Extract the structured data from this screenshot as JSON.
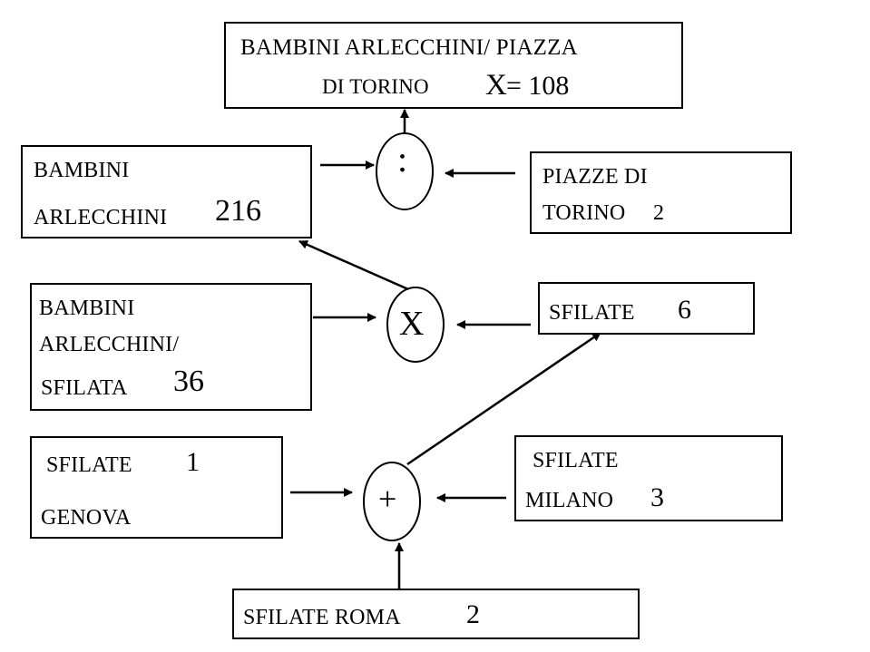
{
  "boxes": {
    "result": {
      "line1": "BAMBINI ARLECCHINI/ PIAZZA",
      "line2_text": "DI TORINO",
      "line2_x": "X",
      "line2_value": "= 108"
    },
    "total": {
      "line1": "BAMBINI",
      "line2_text": "ARLECCHINI",
      "line2_value": "216"
    },
    "piazze": {
      "line1": "PIAZZE DI",
      "line2_text": "TORINO",
      "line2_value": "2"
    },
    "per_sfilata": {
      "line1": "BAMBINI",
      "line2": "ARLECCHINI/",
      "line3_text": "SFILATA",
      "line3_value": "36"
    },
    "sfilate_total": {
      "text": "SFILATE",
      "value": "6"
    },
    "genova": {
      "line1_text": "SFILATE",
      "line1_value": "1",
      "line2": "GENOVA"
    },
    "milano": {
      "line1": "SFILATE",
      "line2_text": "MILANO",
      "line2_value": "3"
    },
    "roma": {
      "text": "SFILATE ROMA",
      "value": "2"
    }
  },
  "operators": {
    "divide": ":",
    "multiply": "X",
    "add": "+"
  }
}
